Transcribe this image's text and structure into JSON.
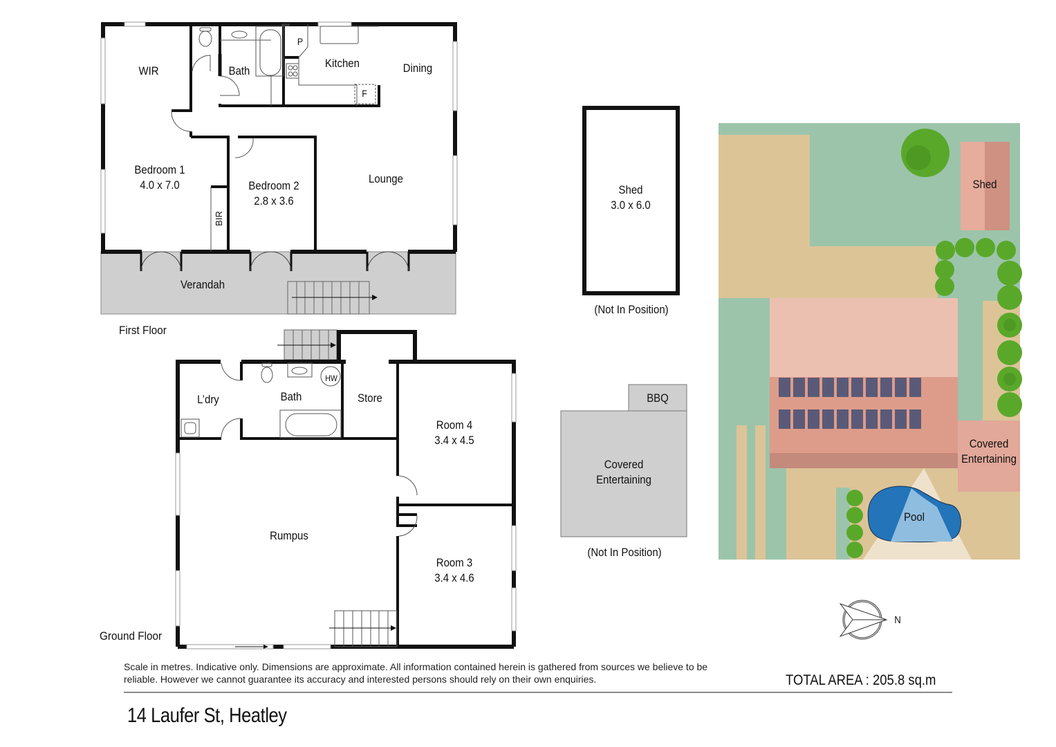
{
  "property": {
    "address": "14 Laufer St, Heatley",
    "total_area_label": "TOTAL AREA :",
    "total_area_value": "205.8",
    "total_area_unit": "sq.m"
  },
  "disclaimer": "Scale in metres. Indicative only. Dimensions are approximate. All information contained herein is gathered from sources we believe to be reliable. However we cannot guarantee its accuracy and interested persons should rely on their own enquiries.",
  "first_floor": {
    "caption": "First Floor",
    "rooms": {
      "wir": "WIR",
      "bath": "Bath",
      "pantry": "P",
      "kitchen": "Kitchen",
      "fridge": "F",
      "dining": "Dining",
      "bedroom1": "Bedroom 1\n4.0 x 7.0",
      "bir": "BIR",
      "bedroom2": "Bedroom 2\n2.8 x 3.6",
      "lounge": "Lounge",
      "verandah": "Verandah"
    }
  },
  "ground_floor": {
    "caption": "Ground Floor",
    "rooms": {
      "laundry": "L’dry",
      "bath": "Bath",
      "hot_water": "HW",
      "store": "Store",
      "room4": "Room 4\n3.4 x 4.5",
      "room3": "Room 3\n3.4 x 4.6",
      "rumpus": "Rumpus"
    }
  },
  "outbuildings": {
    "shed": "Shed\n3.0 x 6.0",
    "shed_note": "(Not In Position)",
    "bbq": "BBQ",
    "covered_entertaining": "Covered\nEntertaining",
    "covered_note": "(Not In Position)"
  },
  "site_plan": {
    "shed": "Shed",
    "covered_entertaining": "Covered\nEntertaining",
    "pool": "Pool",
    "colors": {
      "lawn": "#9cc4ab",
      "sand": "#dcc497",
      "roof_light": "#ecc0b0",
      "roof_mid": "#dd9c8a",
      "roof_dark": "#c48a7c",
      "solar": "#5a5a78",
      "pool_dark": "#2374b8",
      "pool_light": "#8fbde0",
      "tree": "#5aa82a"
    }
  },
  "compass": {
    "label": "N"
  }
}
